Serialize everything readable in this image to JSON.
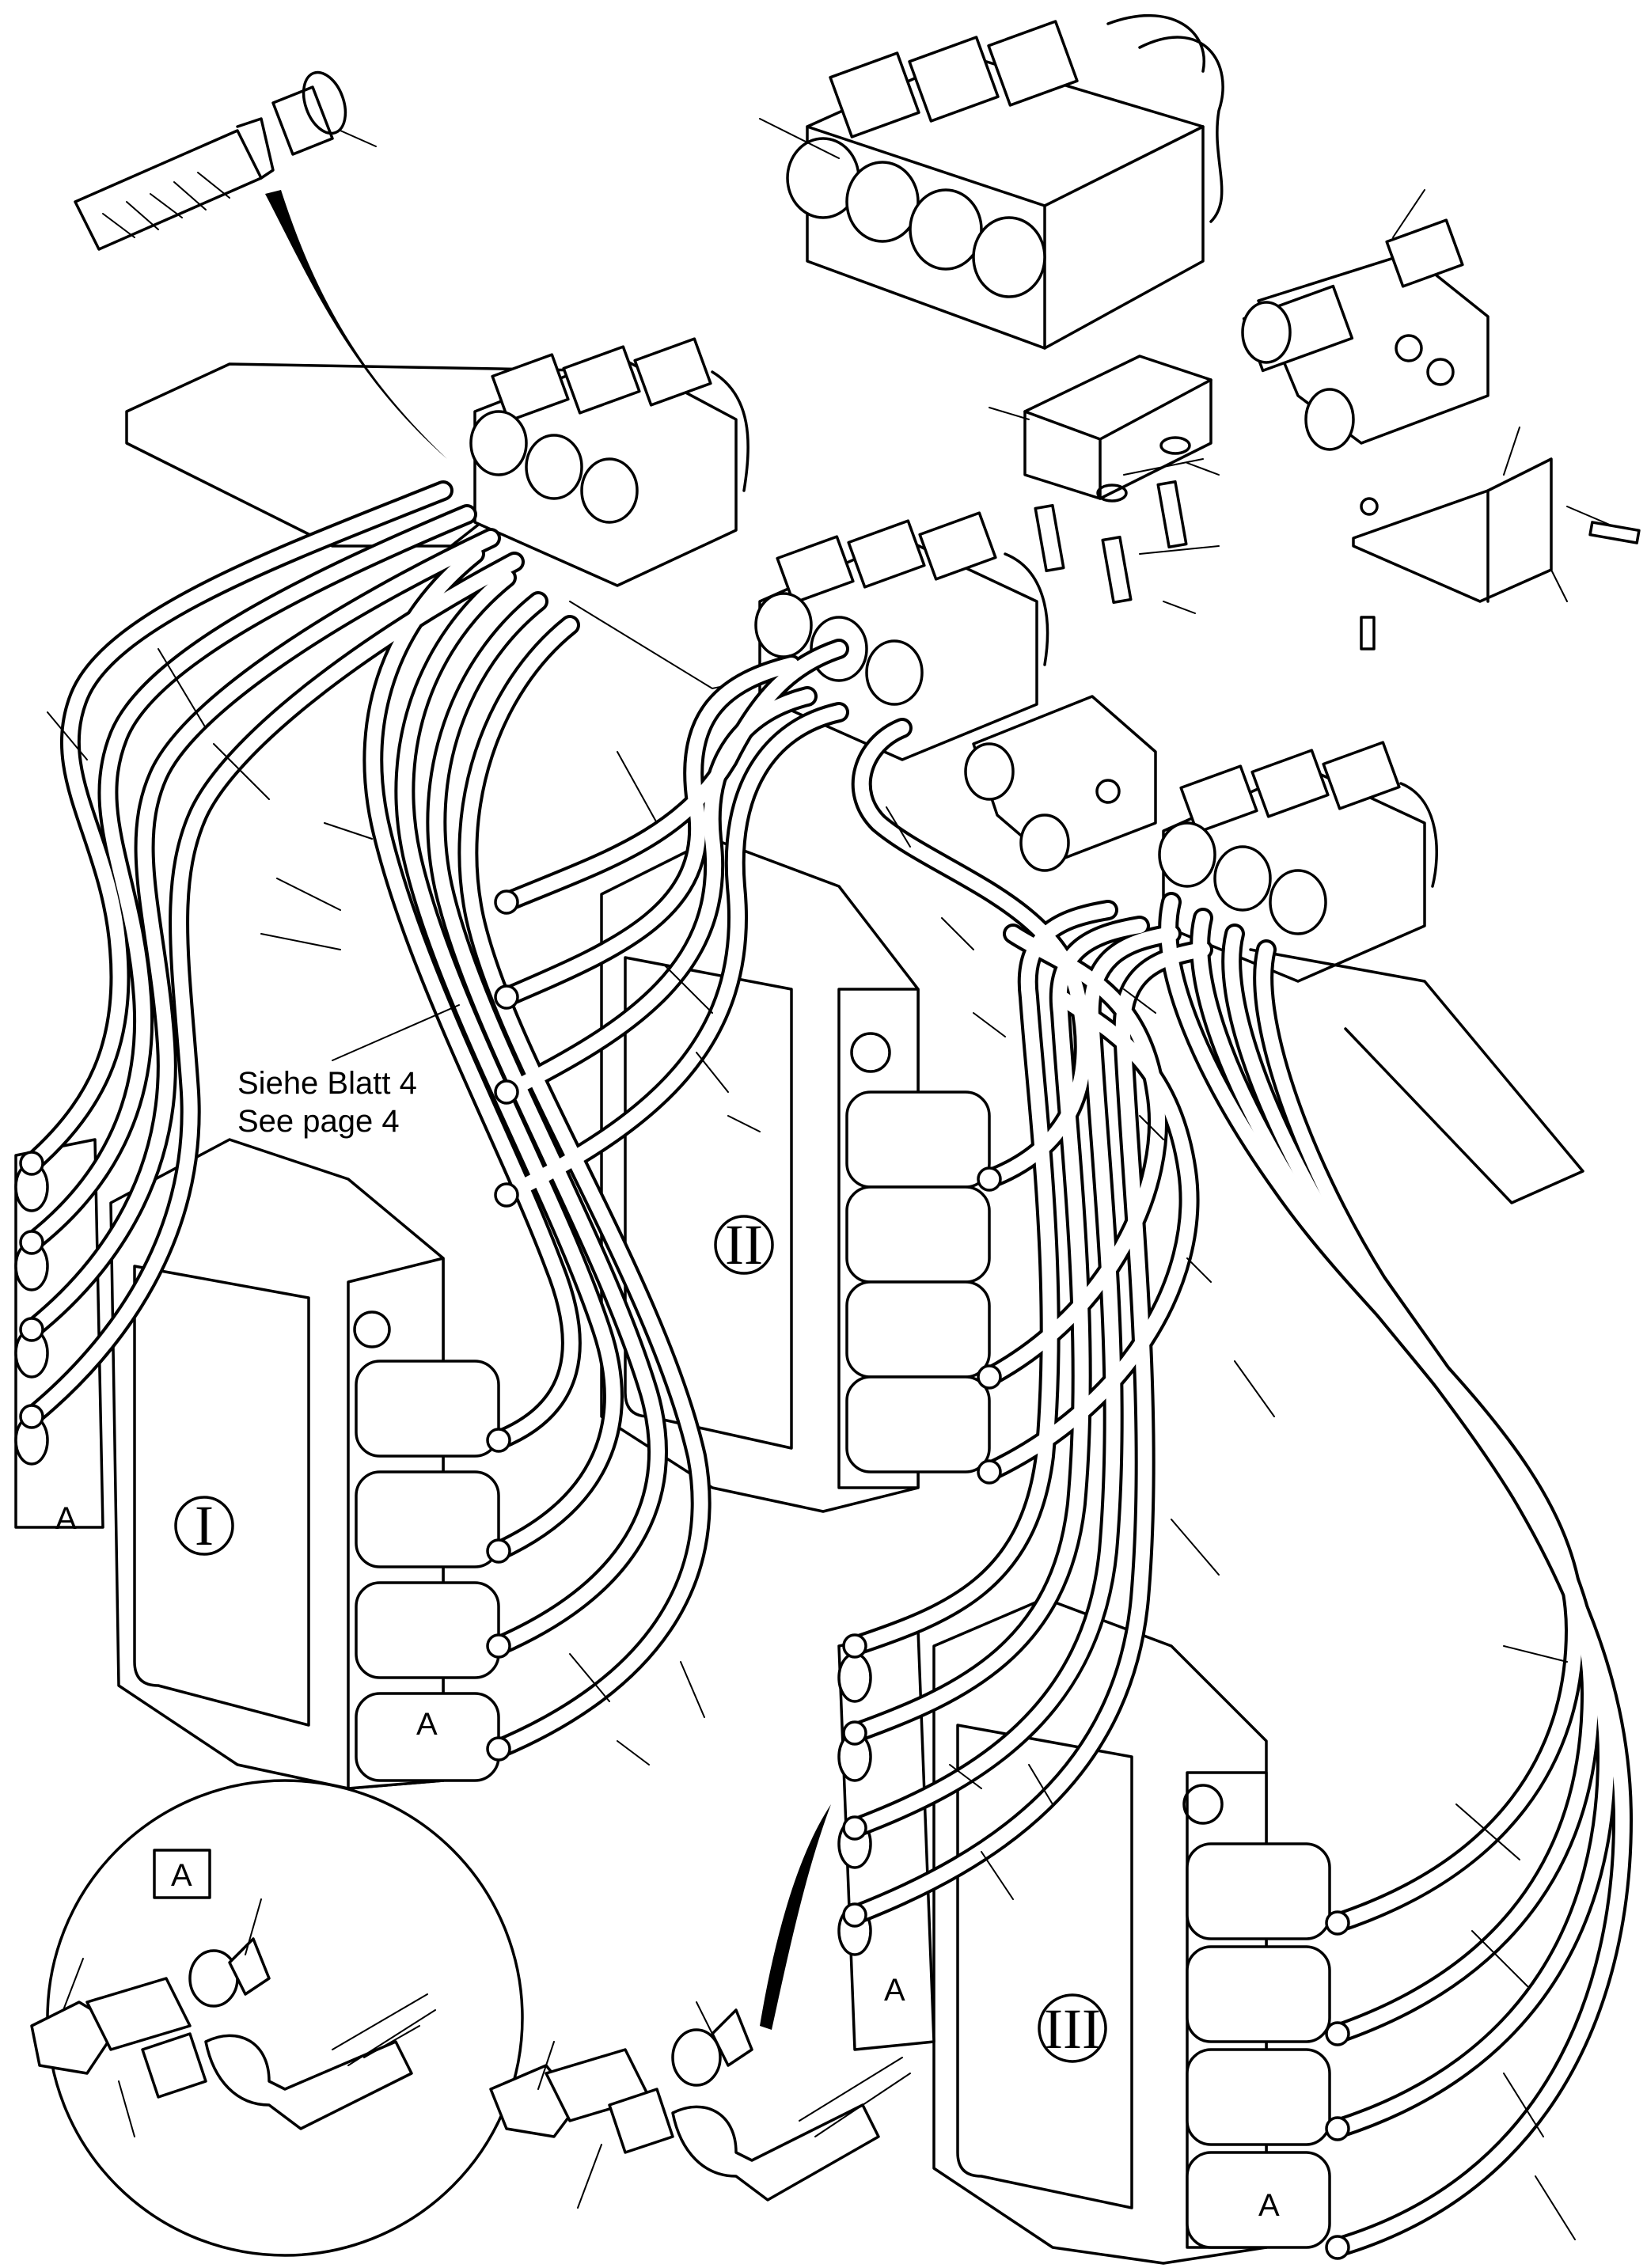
{
  "note": {
    "line1": "Siehe Blatt 4",
    "line2": "See page 4"
  },
  "valve_labels": {
    "block_1": "I",
    "block_2": "II",
    "block_3": "III"
  },
  "detail_labels": {
    "detail_box": "A",
    "marker_block_1_left": "A",
    "marker_block_1_right": "A",
    "marker_block_3_left": "A",
    "marker_block_3_right": "A"
  }
}
